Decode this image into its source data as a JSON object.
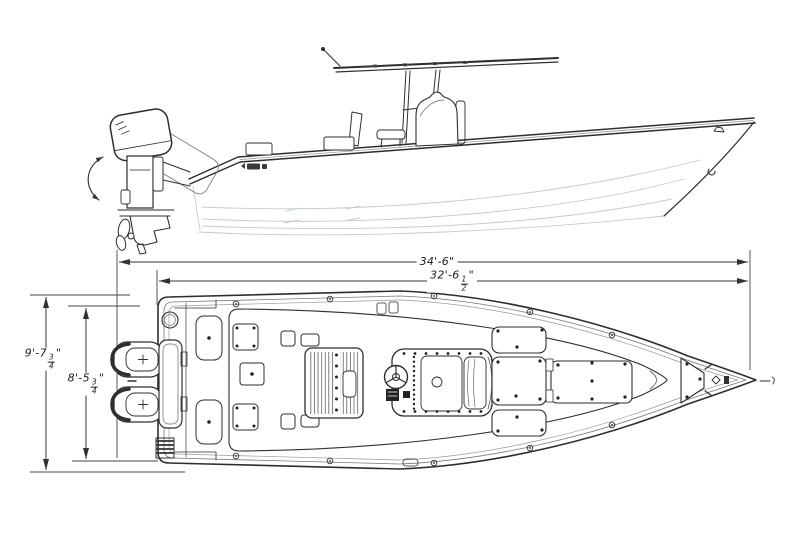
{
  "figure": {
    "description": "Twin-outboard center console boat line drawing: side profile view above, overhead deck plan below"
  },
  "dimensions": {
    "length_overall": {
      "prefix": "34'-6",
      "suffix": "\""
    },
    "length_hull": {
      "prefix": "32'-6",
      "frac_num": "1",
      "frac_den": "2",
      "suffix": "\""
    },
    "beam_overall": {
      "prefix": "9'-7",
      "frac_num": "3",
      "frac_den": "4",
      "suffix": "\""
    },
    "beam_hull": {
      "prefix": "8'-5",
      "frac_num": "3",
      "frac_den": "4",
      "suffix": "\""
    }
  },
  "colors": {
    "line": "#2e2e2e",
    "light_line": "#c6cbd0",
    "background": "#ffffff"
  }
}
